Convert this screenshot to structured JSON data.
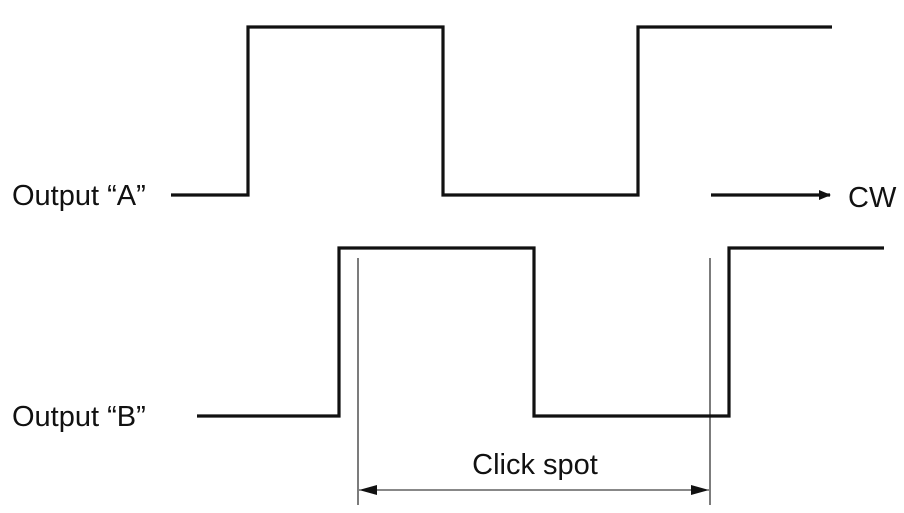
{
  "labels": {
    "output_a": "Output “A”",
    "output_b": "Output “B”",
    "direction": "CW",
    "click_spot": "Click spot"
  },
  "colors": {
    "line": "#111111",
    "background": "#ffffff"
  }
}
